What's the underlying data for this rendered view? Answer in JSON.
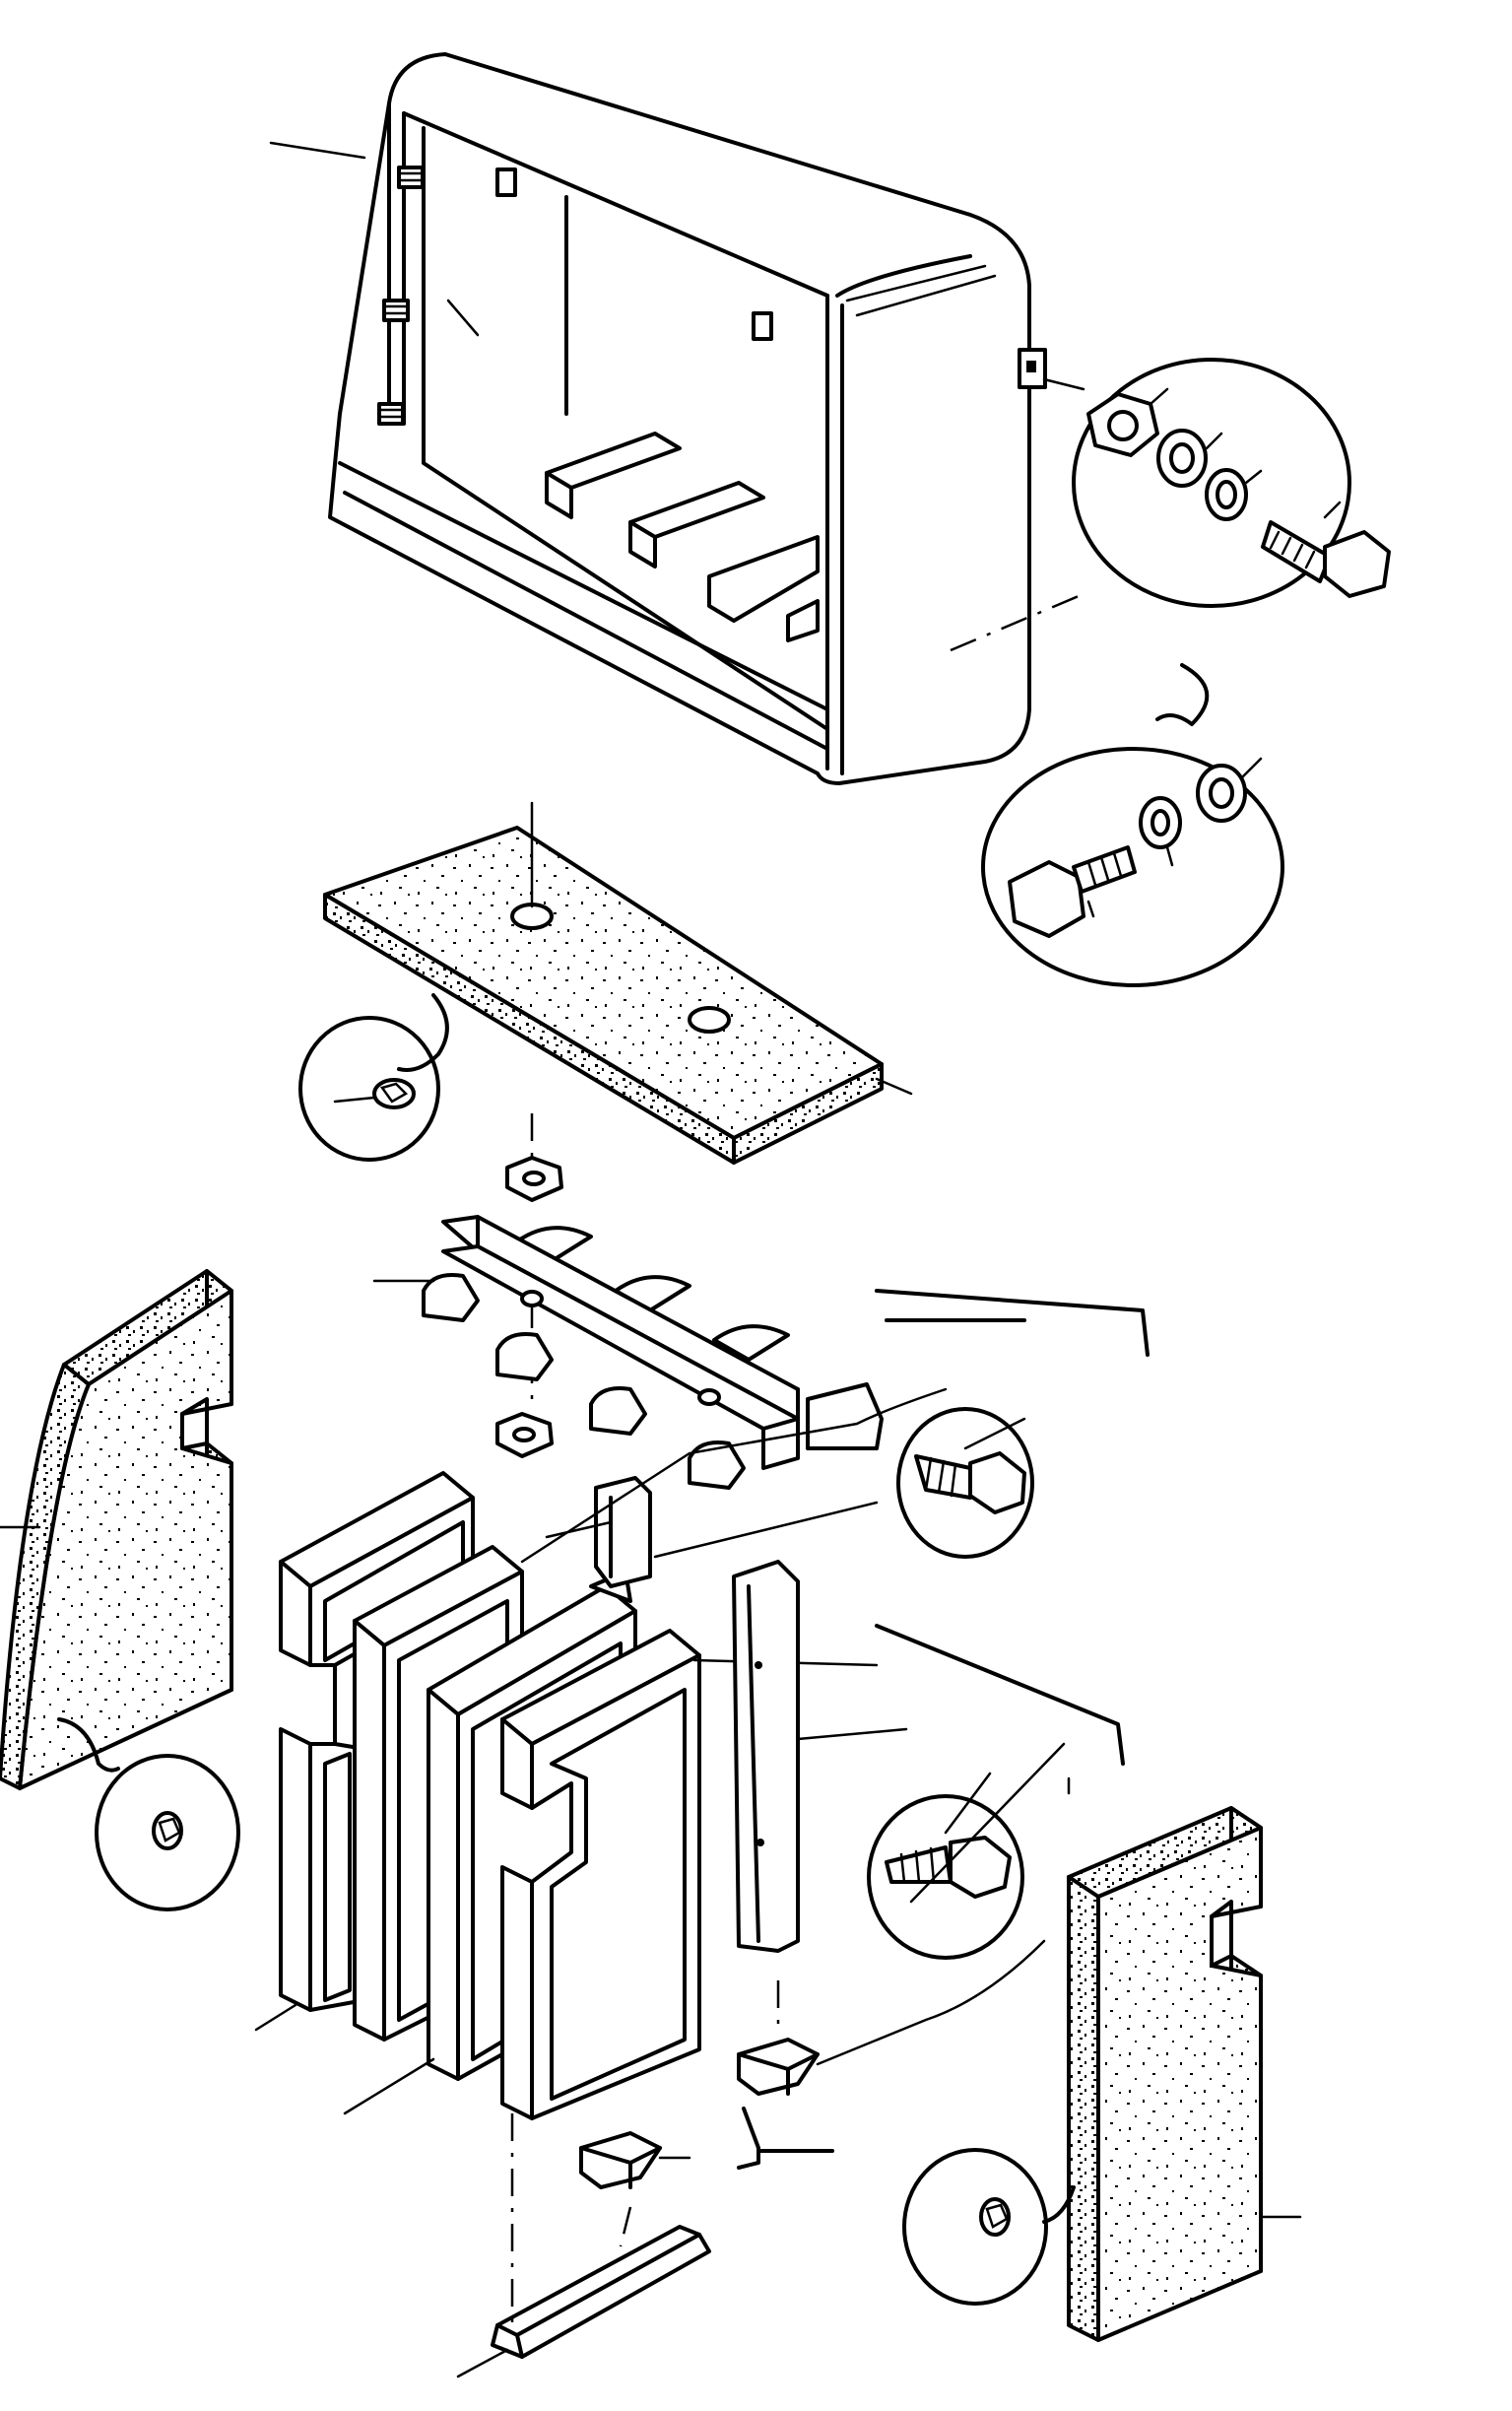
{
  "figure": {
    "kind": "exploded parts diagram",
    "labels": []
  },
  "parts": [
    {
      "id": "housing",
      "name": "housing-enclosure"
    },
    {
      "id": "top_pad",
      "name": "top-foam-pad"
    },
    {
      "id": "bracket",
      "name": "mounting-bracket"
    },
    {
      "id": "left_pad",
      "name": "left-foam-pad"
    },
    {
      "id": "right_pad",
      "name": "right-foam-pad"
    },
    {
      "id": "blocks",
      "name": "support-blocks",
      "count": 4
    },
    {
      "id": "rails",
      "name": "side-rails",
      "count": 2
    },
    {
      "id": "wedges",
      "name": "wedge-blocks",
      "count": 2
    },
    {
      "id": "strip",
      "name": "bottom-strip"
    },
    {
      "id": "detail_bolt_nut",
      "name": "detail-bolt-nut-washers"
    },
    {
      "id": "detail_bolt_washer",
      "name": "detail-bolt-lockwasher"
    },
    {
      "id": "detail_screws",
      "name": "detail-self-tapping-screws",
      "count": 2
    },
    {
      "id": "detail_clips",
      "name": "detail-push-clips",
      "count": 3
    }
  ],
  "colors": {
    "ink": "#000000",
    "paper": "#ffffff"
  }
}
